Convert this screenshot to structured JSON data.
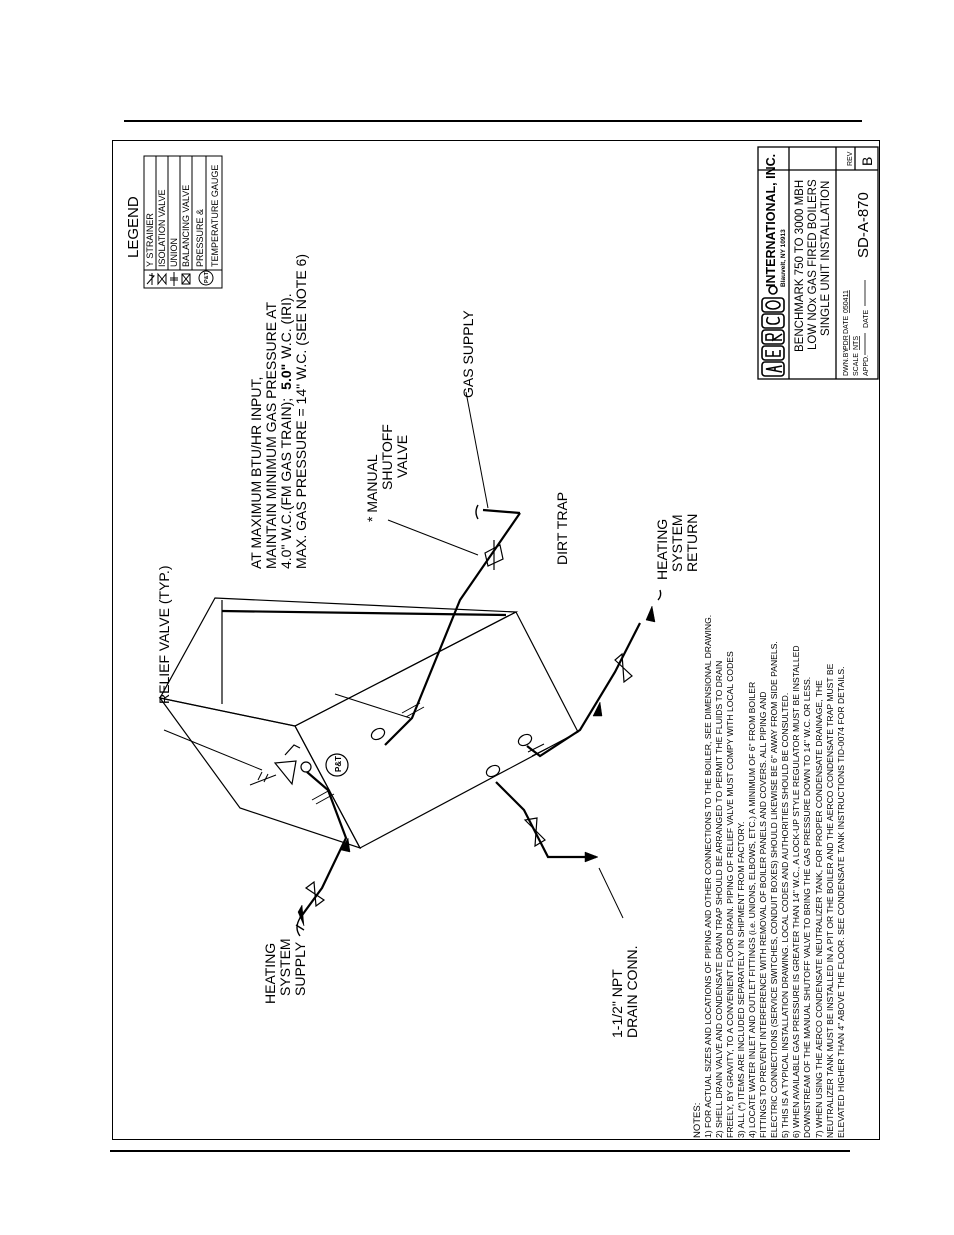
{
  "title_block": {
    "company": "INTERNATIONAL, INC.",
    "company_city": "Blauvelt, NY 10913",
    "description": [
      "BENCHMARK 750 TO 3000 MBH",
      "LOW NOx GAS FIRED BOILERS",
      "SINGLE UNIT INSTALLATION"
    ],
    "dwn_by_label": "DWN.BY",
    "dwn_by": "PDR",
    "date_label": "DATE",
    "date": "050411",
    "scale_label": "SCALE",
    "scale": "NTS",
    "appd_label": "APPD.",
    "appd_date_label": "DATE",
    "drawing_no": "SD-A-870",
    "rev_label": "REV",
    "rev": "B"
  },
  "legend": {
    "title": "LEGEND",
    "items": [
      "Y STRAINER",
      "ISOLATION VALVE",
      "UNION",
      "BALANCING VALVE",
      "PRESSURE &",
      "TEMPERATURE GAUGE"
    ],
    "pt_symbol": "P&T"
  },
  "callouts": {
    "relief_valve": "RELIEF VALVE (TYP.)",
    "gas_pressure": [
      "AT MAXIMUM BTU/HR INPUT,",
      "MAINTAIN MINIMUM GAS PRESSURE AT",
      "4.0\" W.C.(FM GAS TRAIN);",
      "5.0\"",
      "W.C. (IRI).",
      "MAX. GAS PRESSURE = 14\" W.C. (SEE NOTE 6)"
    ],
    "manual_shutoff": [
      "*  MANUAL",
      "SHUTOFF",
      "VALVE"
    ],
    "gas_supply": "GAS SUPPLY",
    "dirt_trap": "DIRT TRAP",
    "heating_return": [
      "HEATING",
      "SYSTEM",
      "RETURN"
    ],
    "heating_supply": [
      "HEATING",
      "SYSTEM",
      "SUPPLY"
    ],
    "drain": [
      "1-1/2\" NPT",
      "DRAIN CONN."
    ],
    "pt_gauge": "P&T"
  },
  "notes": {
    "heading": "NOTES:",
    "lines": [
      "1)  FOR ACTUAL SIZES AND LOCATIONS OF PIPING AND OTHER CONNECTIONS TO THE BOILER, SEE DIMENSIONAL DRAWING.",
      "2)  SHELL DRAIN VALVE AND CONDENSATE DRAIN TRAP SHOULD BE ARRANGED TO PERMIT THE FLUIDS TO DRAIN",
      "      FREELY, BY GRAVITY, TO A CONVENIENT FLOOR DRAIN.   PIPING OF RELIEF VALVE MUST COMPY WITH LOCAL CODES",
      "3)  ALL (*) ITEMS ARE INCLUDED SEPARATELY IN SHIPMENT FROM FACTORY.",
      "4)  LOCATE WATER INLET AND OUTLET FITTINGS (i.e. UNIONS, ELBOWS, ETC.) A MINIMUM OF 6\" FROM BOILER",
      "      FITTINGS TO PREVENT INTERFERENCE WITH REMOVAL OF BOILER PANELS AND COVERS.   ALL PIPING AND",
      "      ELECTRIC CONNECTIONS (SERVICE SWITCHES, CONDUIT BOXES) SHOULD LIKEWISE BE 6\" AWAY FROM SIDE PANELS.",
      "5)  THIS IS A TYPICAL INSTALLATION DRAWING.   LOCAL CODES AND AUTHORITIES SHOULD BE CONSULTED.",
      "6)  WHEN AVAILABLE GAS PRESSURE IS GREATER THAN 14\" W.C., A LOCK-UP STYLE REGULATOR MUST BE INSTALLED",
      "      DOWNSTREAM OF THE MANUAL SHUTOFF VALVE TO BRING THE GAS PRESSURE DOWN TO 14\" W.C. OR LESS.",
      "7)  WHEN USING THE AERCO CONDENSATE NEUTRALIZER TANK, FOR PROPER CONDENSATE DRAINAGE, THE",
      "NEUTRALIZER TANK MUST BE INSTALLED IN A PIT OR THE BOILER AND THE AERCO CONDENSATE TRAP MUST BE",
      "ELEVATED HIGHER THAN 4\" ABOVE THE FLOOR.  SEE CONDENSATE TANK INSTRUCTIONS TID-0074 FOR DETAILS."
    ]
  }
}
